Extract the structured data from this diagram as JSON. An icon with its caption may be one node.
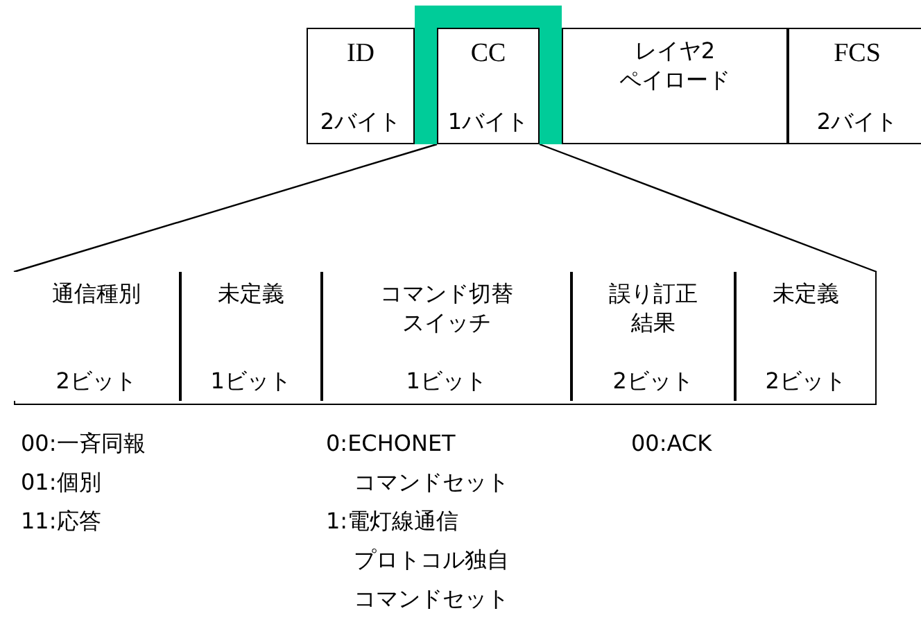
{
  "diagram": {
    "nodes": [
      {
        "text": [
          "ID",
          "2バイト"
        ]
      },
      {
        "text": [
          "CC",
          "1バイト"
        ]
      },
      {
        "text": [
          "レイヤ2ペイロード"
        ]
      },
      {
        "text": [
          "FCS",
          "2バイト"
        ]
      },
      {
        "text": [],
        "shape": "box"
      },
      {
        "text": [
          "通信種別",
          "2ビット"
        ],
        "in": 4
      },
      {
        "text": [
          "未定義",
          "1ビット"
        ],
        "in": 4
      },
      {
        "text": [
          "コマンド切替スイッチ",
          "1ビット"
        ],
        "in": 4
      },
      {
        "text": [
          "誤り訂正結果",
          "2ビット"
        ],
        "in": 4
      },
      {
        "text": [
          "未定義",
          "2ビット"
        ],
        "in": 4
      }
    ],
    "edges": [
      {
        "from": 1,
        "to": 4,
        "arrow": "none"
      },
      {
        "from": 1,
        "to": 4,
        "arrow": "none"
      }
    ],
    "labels": [
      "00:一斉同報",
      "01:個別",
      "11:応答",
      "0:ECHONETコマンドセット",
      "1:電灯線通信プロトコル独自コマンドセット",
      "00:ACK"
    ]
  }
}
